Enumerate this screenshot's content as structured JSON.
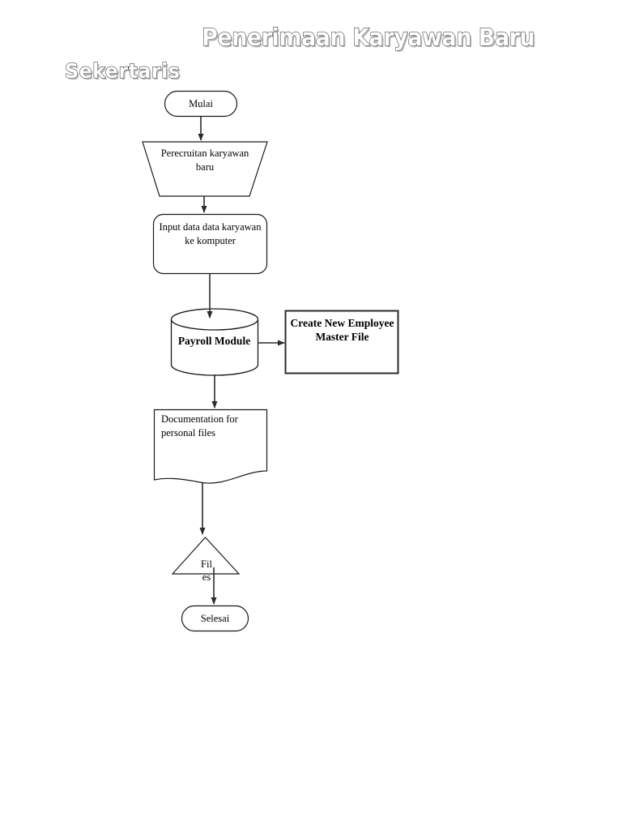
{
  "page": {
    "title_main": "Penerimaan Karyawan Baru",
    "title_sub": "Sekertaris",
    "background_color": "#ffffff",
    "stroke_color": "#1a1a1a"
  },
  "flowchart": {
    "type": "flowchart",
    "orientation": "vertical",
    "nodes": [
      {
        "id": "mulai",
        "shape": "terminator",
        "label": "Mulai"
      },
      {
        "id": "perecruitan",
        "shape": "trapezoid-manual-operation",
        "label": "Perecruitan karyawan baru"
      },
      {
        "id": "input-data",
        "shape": "rounded-rectangle",
        "label": "Input data data karyawan ke komputer"
      },
      {
        "id": "payroll-module",
        "shape": "cylinder-database",
        "label": "Payroll Module",
        "bold": true
      },
      {
        "id": "create-master-file",
        "shape": "rectangle",
        "label": "Create New Employee Master File",
        "bold": true
      },
      {
        "id": "documentation",
        "shape": "document",
        "label": "Documentation for personal files"
      },
      {
        "id": "files",
        "shape": "triangle",
        "label_line1": "Fil",
        "label_line2": "es"
      },
      {
        "id": "selesai",
        "shape": "terminator",
        "label": "Selesai"
      }
    ],
    "edges": [
      {
        "from": "mulai",
        "to": "perecruitan",
        "direction": "down"
      },
      {
        "from": "perecruitan",
        "to": "input-data",
        "direction": "down"
      },
      {
        "from": "input-data",
        "to": "payroll-module",
        "direction": "down"
      },
      {
        "from": "payroll-module",
        "to": "create-master-file",
        "direction": "right"
      },
      {
        "from": "payroll-module",
        "to": "documentation",
        "direction": "down"
      },
      {
        "from": "documentation",
        "to": "files",
        "direction": "down"
      },
      {
        "from": "files",
        "to": "selesai",
        "direction": "down"
      }
    ]
  }
}
